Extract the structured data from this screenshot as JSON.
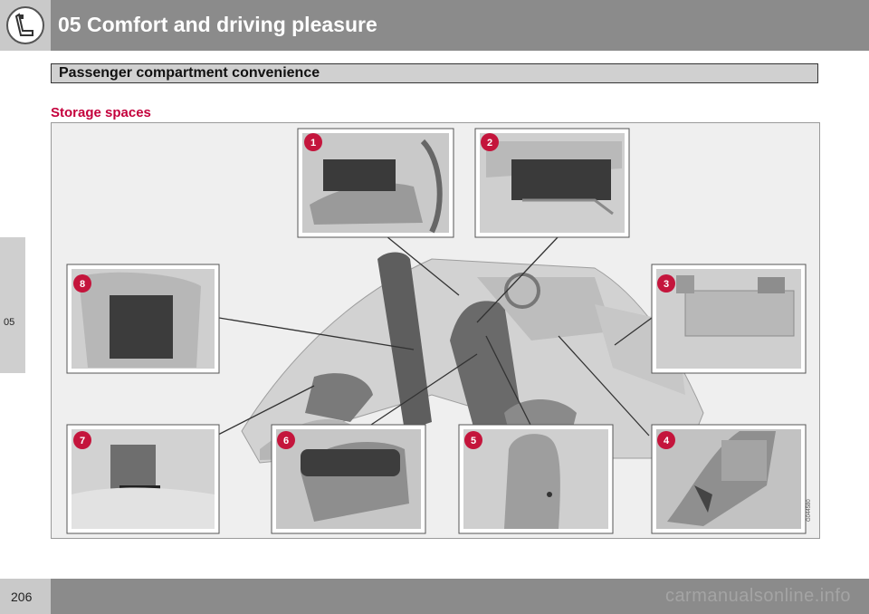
{
  "header": {
    "chapter_title": "05 Comfort and driving pleasure",
    "icon": "seat-icon"
  },
  "section": {
    "title": "Passenger compartment convenience"
  },
  "side_tab": {
    "label": "05"
  },
  "content": {
    "heading": "Storage spaces"
  },
  "figure": {
    "code": "G044580",
    "markers": [
      "1",
      "2",
      "3",
      "4",
      "5",
      "6",
      "7",
      "8"
    ],
    "marker_color": "#c4153c"
  },
  "footer": {
    "page_number": "206",
    "watermark": "carmanualsonline.info"
  }
}
